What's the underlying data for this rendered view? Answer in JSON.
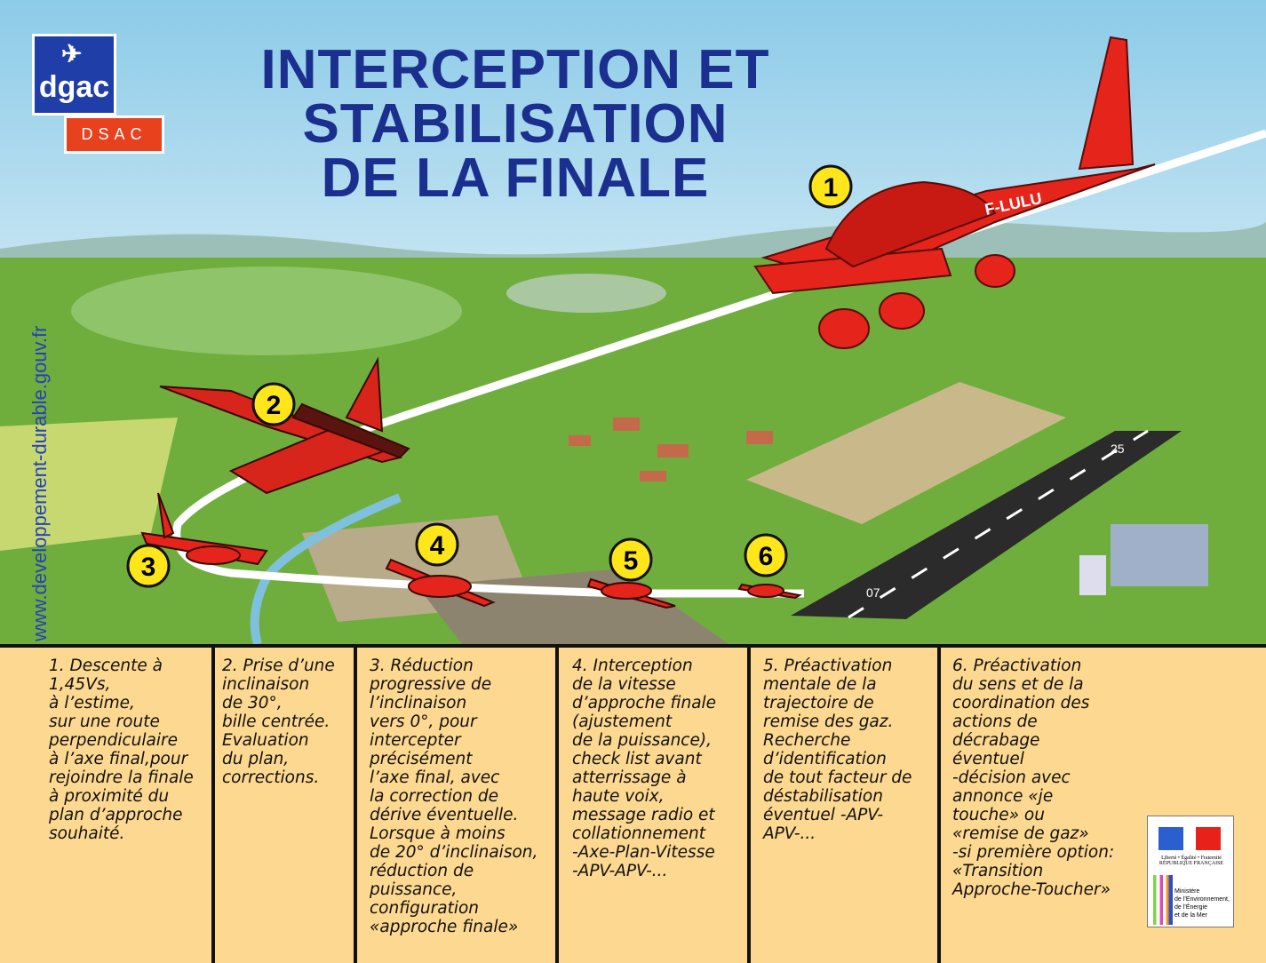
{
  "header": {
    "title_lines": [
      "INTERCEPTION ET",
      "STABILISATION",
      "DE LA FINALE"
    ]
  },
  "logo": {
    "name": "dgac",
    "sub": "DSAC"
  },
  "url": "www.developpement-durable.gouv.fr",
  "aircraft": {
    "registration": "F-LULU"
  },
  "runway": {
    "threshold_near": "07",
    "threshold_far": "25"
  },
  "markers": [
    "1",
    "2",
    "3",
    "4",
    "5",
    "6"
  ],
  "steps": [
    {
      "text": "1. Descente à\n1,45Vs,\nà l’estime,\nsur une route\nperpendiculaire\nà l’axe final,pour\nrejoindre la finale\nà proximité du\nplan d’approche\nsouhaité."
    },
    {
      "text": "2. Prise d’une\ninclinaison\nde 30°,\nbille centrée.\nEvaluation\ndu plan,\ncorrections."
    },
    {
      "text": "3. Réduction\nprogressive de\nl’inclinaison\nvers 0°, pour\nintercepter\nprécisément\nl’axe final, avec\nla correction de\ndérive éventuelle.\nLorsque à moins\nde 20° d’inclinaison,\nréduction de\npuissance,\nconfiguration\n«approche finale»"
    },
    {
      "text": "4. Interception\nde la vitesse\nd’approche finale\n(ajustement\nde la puissance),\ncheck list avant\natterrissage à\nhaute voix,\nmessage radio et\ncollationnement\n-Axe-Plan-Vitesse\n-APV-APV-..."
    },
    {
      "text": "5. Préactivation\nmentale de la\ntrajectoire de\nremise des gaz.\nRecherche\nd’identification\nde tout facteur de\ndéstabilisation\néventuel -APV-\nAPV-..."
    },
    {
      "text": "6. Préactivation\ndu sens et de la\ncoordination des\nactions de\ndécrabage\néventuel\n-décision avec\nannonce «je\ntouche» ou\n«remise de gaz»\n-si première option:\n«Transition\nApproche-Toucher»"
    }
  ],
  "ministry": {
    "motto": "Liberté • Égalité • Fraternité",
    "republic": "RÉPUBLIQUE FRANÇAISE",
    "name": "Ministère\nde l’Environnement,\nde l’Énergie\net de la Mer"
  },
  "colors": {
    "title": "#1b2f8e",
    "plane": "#e5241b",
    "marker": "#ffe61a",
    "panel": "#fdd890"
  }
}
